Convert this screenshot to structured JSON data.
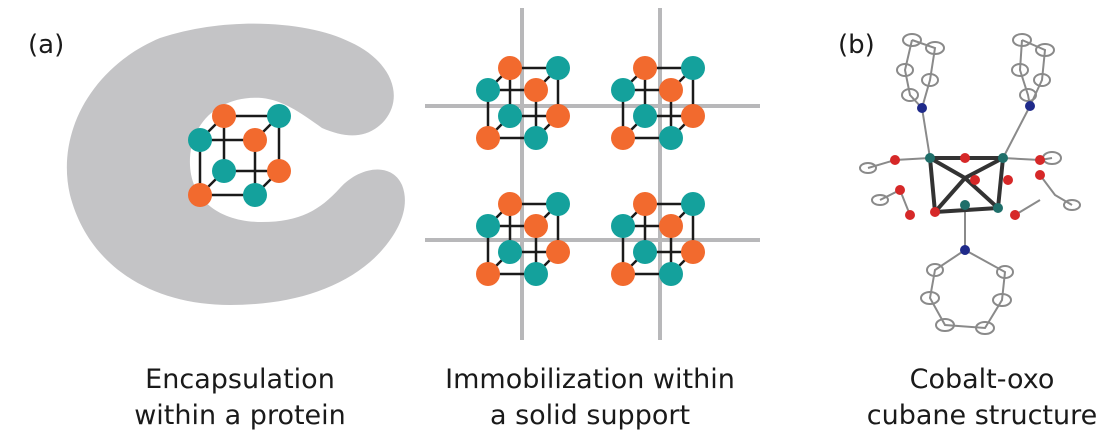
{
  "labels": {
    "panel_a": "(a)",
    "panel_b": "(b)"
  },
  "captions": {
    "protein": [
      "Encapsulation",
      "within a protein"
    ],
    "support": [
      "Immobilization within",
      "a solid support"
    ],
    "structure": [
      "Cobalt-oxo",
      "cubane structure"
    ]
  },
  "colors": {
    "protein_gray": "#c4c4c6",
    "support_gray": "#b8b8ba",
    "oxygen_orange": "#f26a2e",
    "cobalt_teal": "#14a19c",
    "bond_black": "#1a1a1a",
    "ortep_red": "#d62828",
    "ortep_blue": "#1f2a8a"
  }
}
